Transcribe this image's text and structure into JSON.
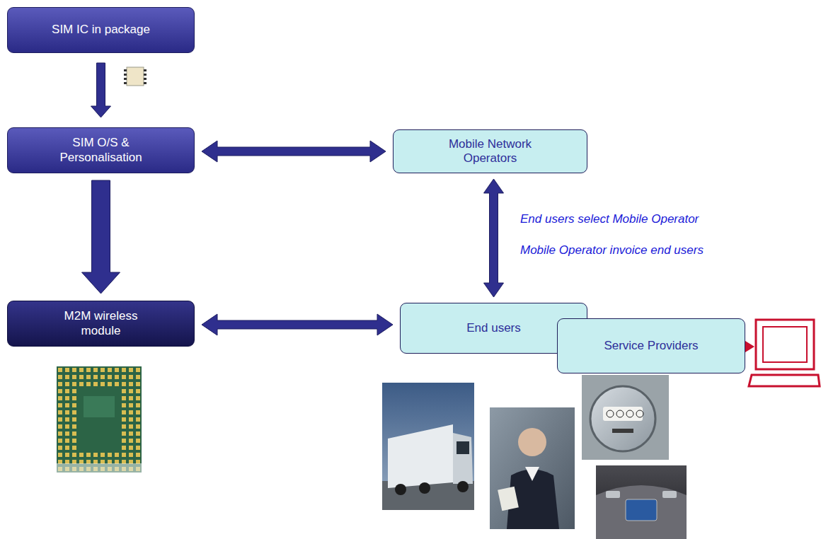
{
  "diagram": {
    "nodes": [
      {
        "text": [
          "SIM IC in package"
        ]
      },
      {
        "text": [
          "SIM O/S & Personalisation"
        ]
      },
      {
        "text": [
          "Mobile Network Operators"
        ]
      },
      {
        "text": [
          "M2M wireless module"
        ]
      },
      {
        "text": [
          "End users"
        ]
      },
      {
        "text": [
          "Service Providers"
        ]
      }
    ],
    "edges": [
      {
        "from": 0,
        "to": 1,
        "arrow": "to"
      },
      {
        "from": 1,
        "to": 2,
        "arrow": "both"
      },
      {
        "from": 1,
        "to": 3,
        "arrow": "to"
      },
      {
        "from": 2,
        "to": 4,
        "arrow": "both"
      },
      {
        "from": 3,
        "to": 4,
        "arrow": "both"
      }
    ],
    "labels": [
      "End users select  Mobile Operator",
      "Mobile Operator invoice end users"
    ]
  }
}
